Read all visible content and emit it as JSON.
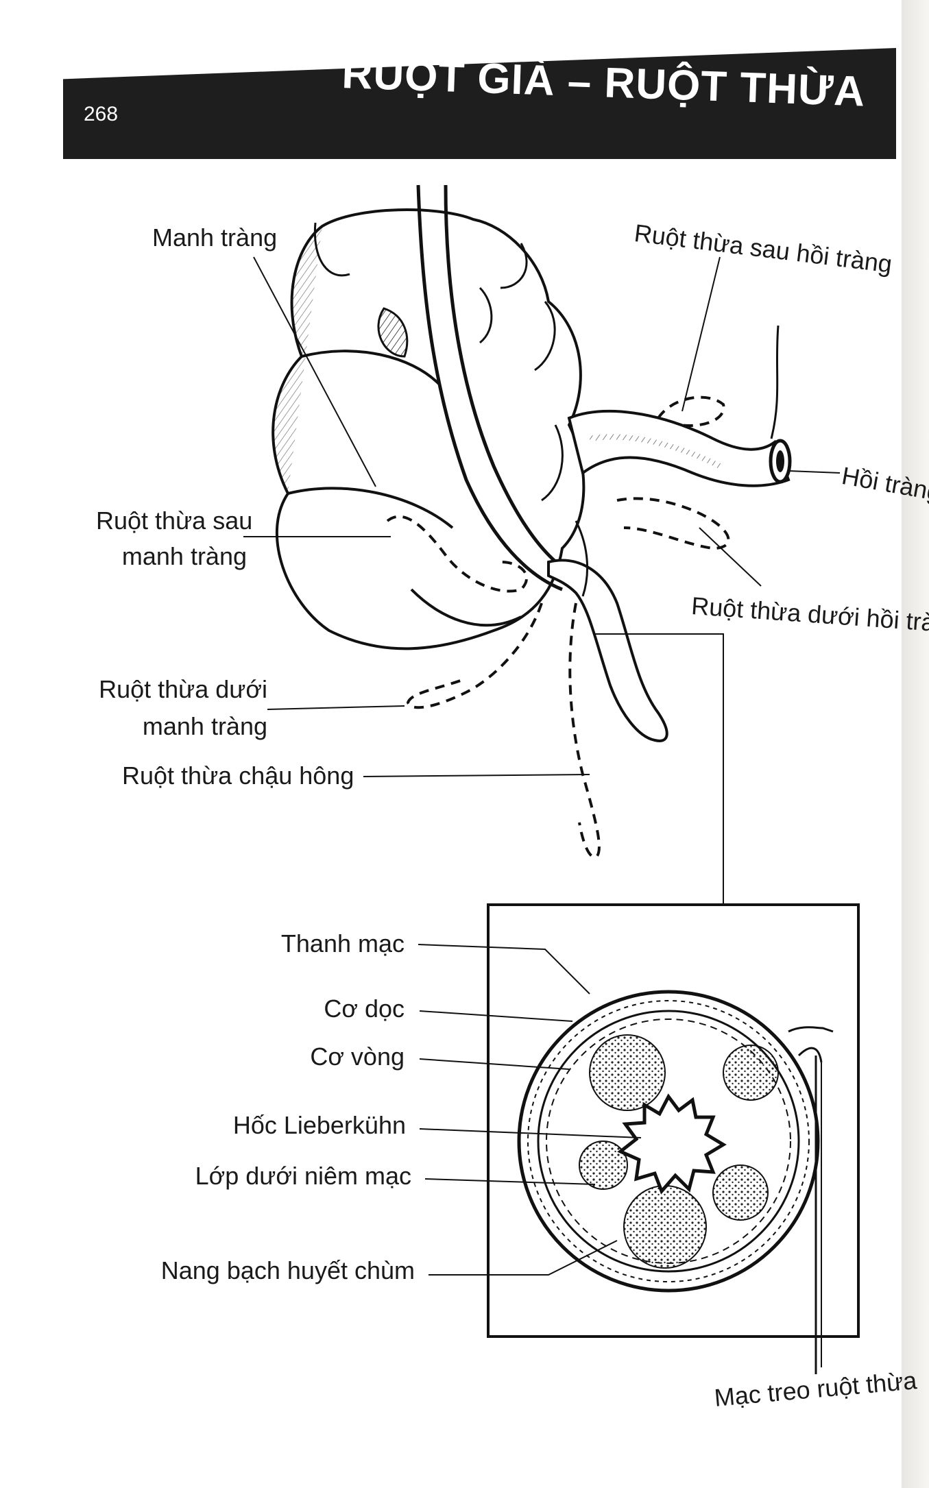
{
  "header": {
    "page_number": "268",
    "title": "RUỘT GIÀ – RUỘT THỪA"
  },
  "upper_diagram": {
    "labels": {
      "cecum": "Manh tràng",
      "retroileal": "Ruột thừa sau hồi tràng",
      "ileum": "Hồi tràng",
      "retrocecal_line1": "Ruột thừa sau",
      "retrocecal_line2": "manh tràng",
      "subileal": "Ruột thừa dưới hồi tràng",
      "subcecal_line1": "Ruột thừa dưới",
      "subcecal_line2": "manh tràng",
      "pelvic": "Ruột thừa chậu hông"
    }
  },
  "cross_section": {
    "labels": {
      "serosa": "Thanh mạc",
      "longitudinal_muscle": "Cơ dọc",
      "circular_muscle": "Cơ vòng",
      "crypts": "Hốc Lieberkühn",
      "submucosa": "Lớp dưới niêm mạc",
      "lymphoid_follicles": "Nang bạch huyết chùm",
      "mesoappendix": "Mạc treo ruột thừa"
    }
  }
}
